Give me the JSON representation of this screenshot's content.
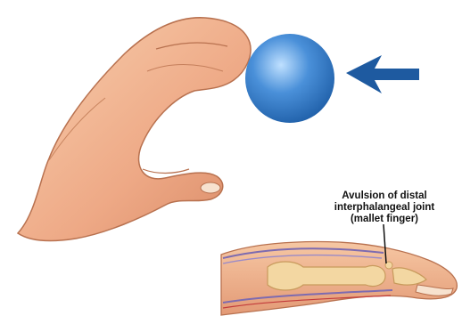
{
  "figure": {
    "annotation": {
      "lines": [
        "Avulsion of distal",
        "interphalangeal joint",
        "(mallet finger)"
      ]
    },
    "colors": {
      "skin": "#f0b48c",
      "skin_shadow": "#c97a55",
      "ball": "#4a90d9",
      "ball_dark": "#1f5fa8",
      "arrow": "#1e5aa0",
      "bone": "#f3d7a2",
      "tendon": "#7d6bb0"
    },
    "icons": {
      "ball": "blue-ball-icon",
      "arrow": "left-arrow-icon"
    }
  }
}
